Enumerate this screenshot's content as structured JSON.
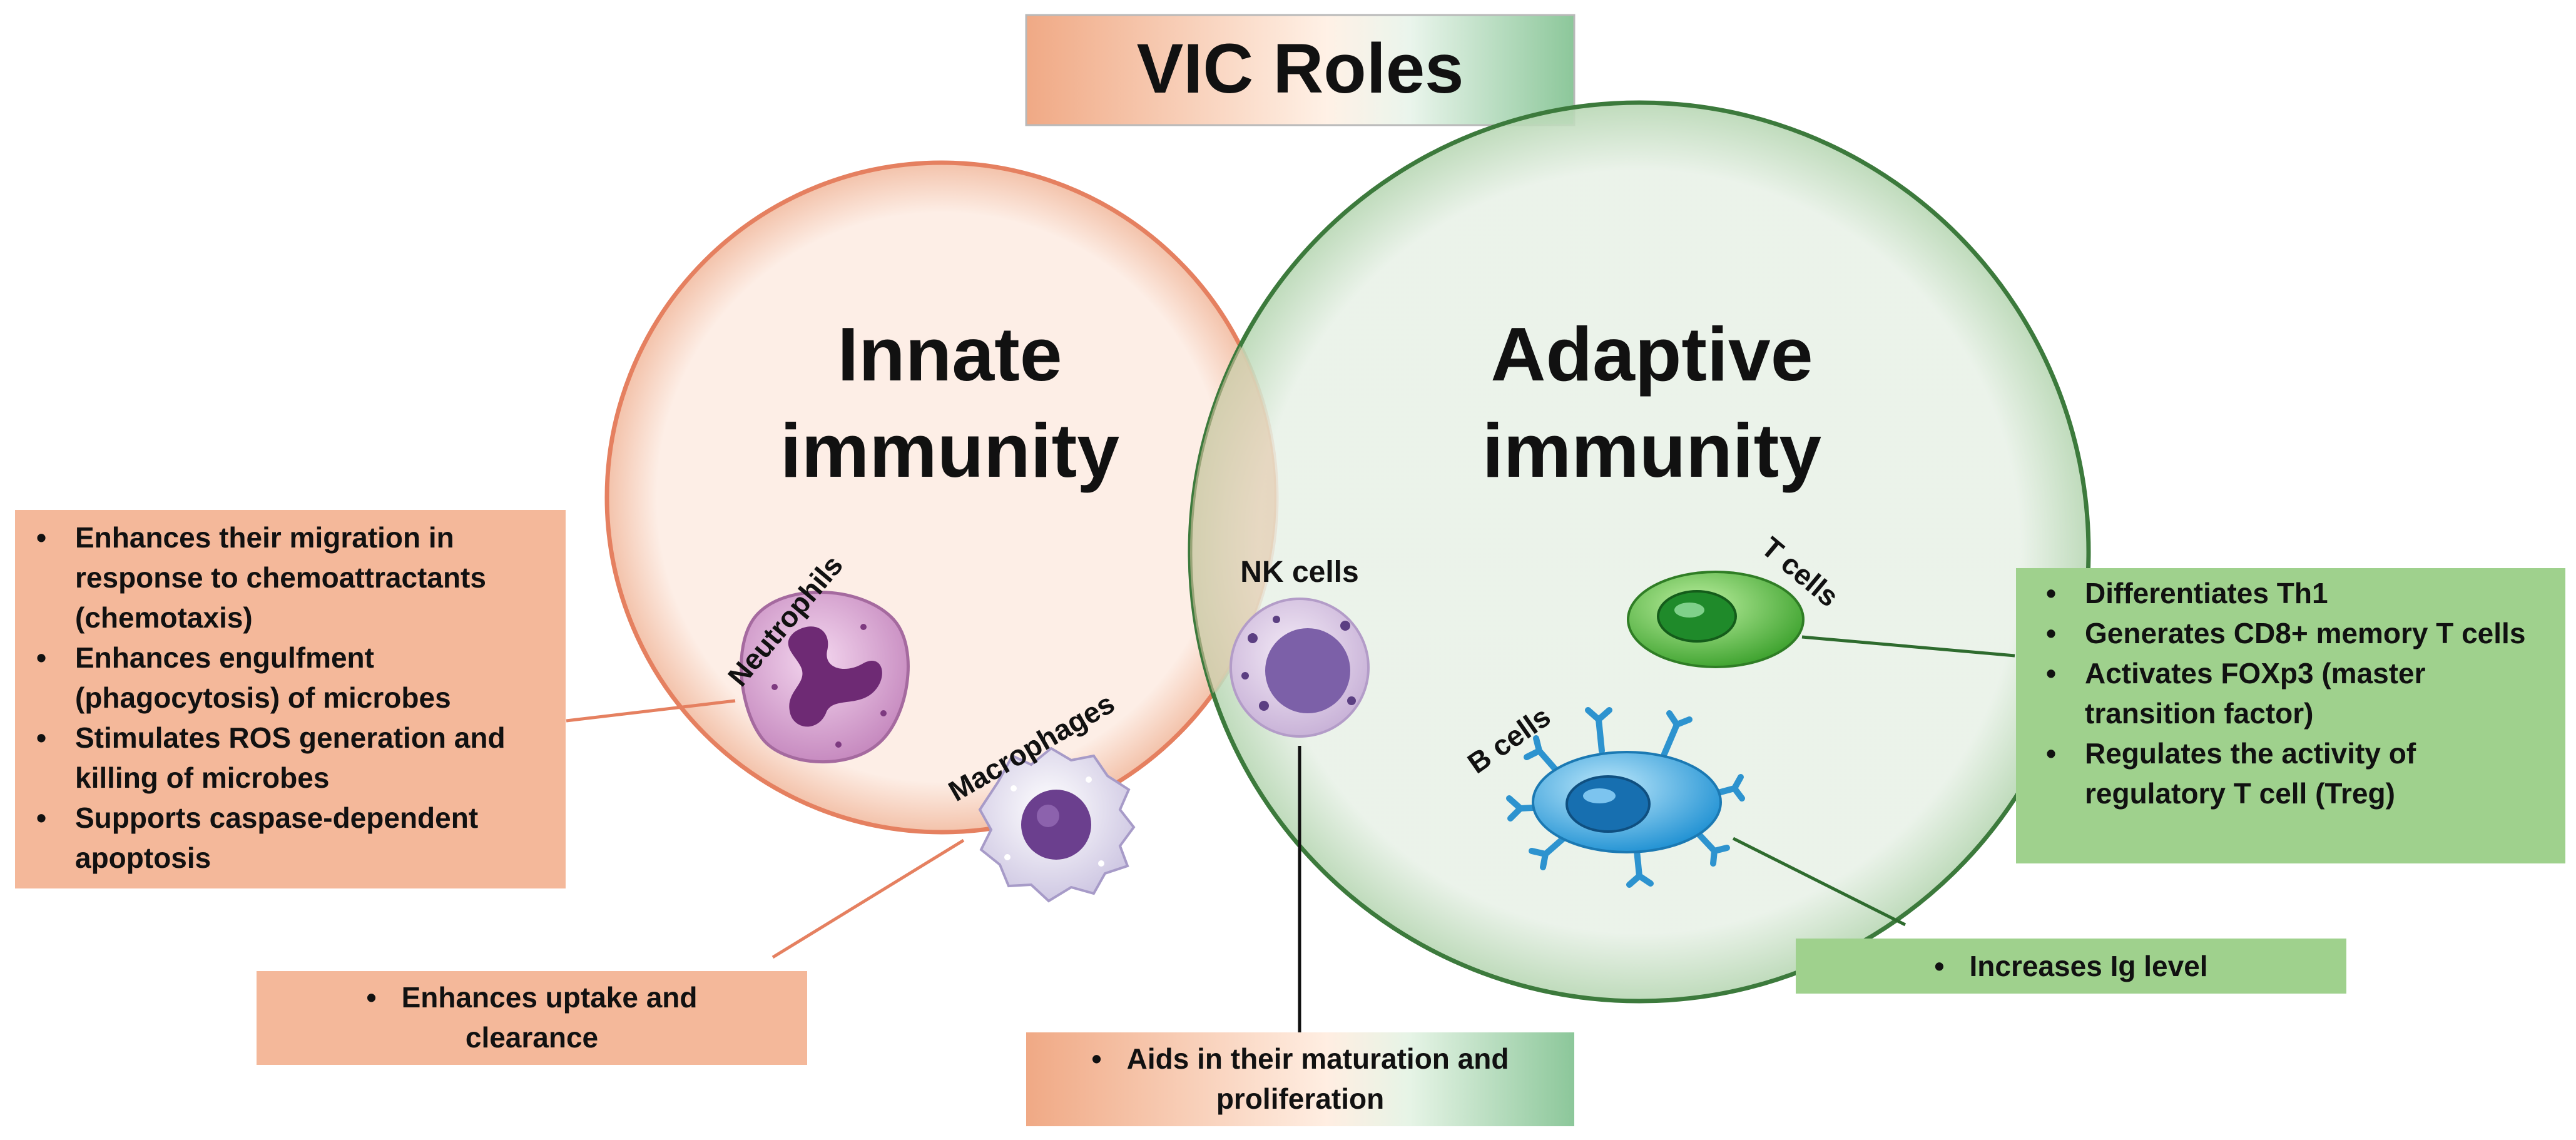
{
  "title": "VIC Roles",
  "circles": {
    "innate": {
      "line1": "Innate",
      "line2": "immunity"
    },
    "adaptive": {
      "line1": "Adaptive",
      "line2": "immunity"
    }
  },
  "cells": {
    "neutrophils": "Neutrophils",
    "macrophages": "Macrophages",
    "nk": "NK cells",
    "t": "T cells",
    "b": "B cells"
  },
  "boxes": {
    "neutrophils": [
      "Enhances their migration in response to chemoattractants (chemotaxis)",
      "Enhances engulfment (phagocytosis) of microbes",
      "Stimulates ROS generation and killing of microbes",
      "Supports caspase-dependent apoptosis"
    ],
    "macrophages": [
      "Enhances uptake and clearance"
    ],
    "nk": [
      "Aids in their maturation and proliferation"
    ],
    "t": [
      "Differentiates Th1",
      "Generates CD8+ memory T cells",
      "Activates FOXp3 (master transition factor)",
      "Regulates the activity of regulatory T cell (Treg)"
    ],
    "b": [
      "Increases Ig level"
    ]
  },
  "colors": {
    "innate": "#f4b89a",
    "adaptive": "#9fd18d",
    "innate_border": "#e58060",
    "adaptive_border": "#3c7a3c"
  }
}
